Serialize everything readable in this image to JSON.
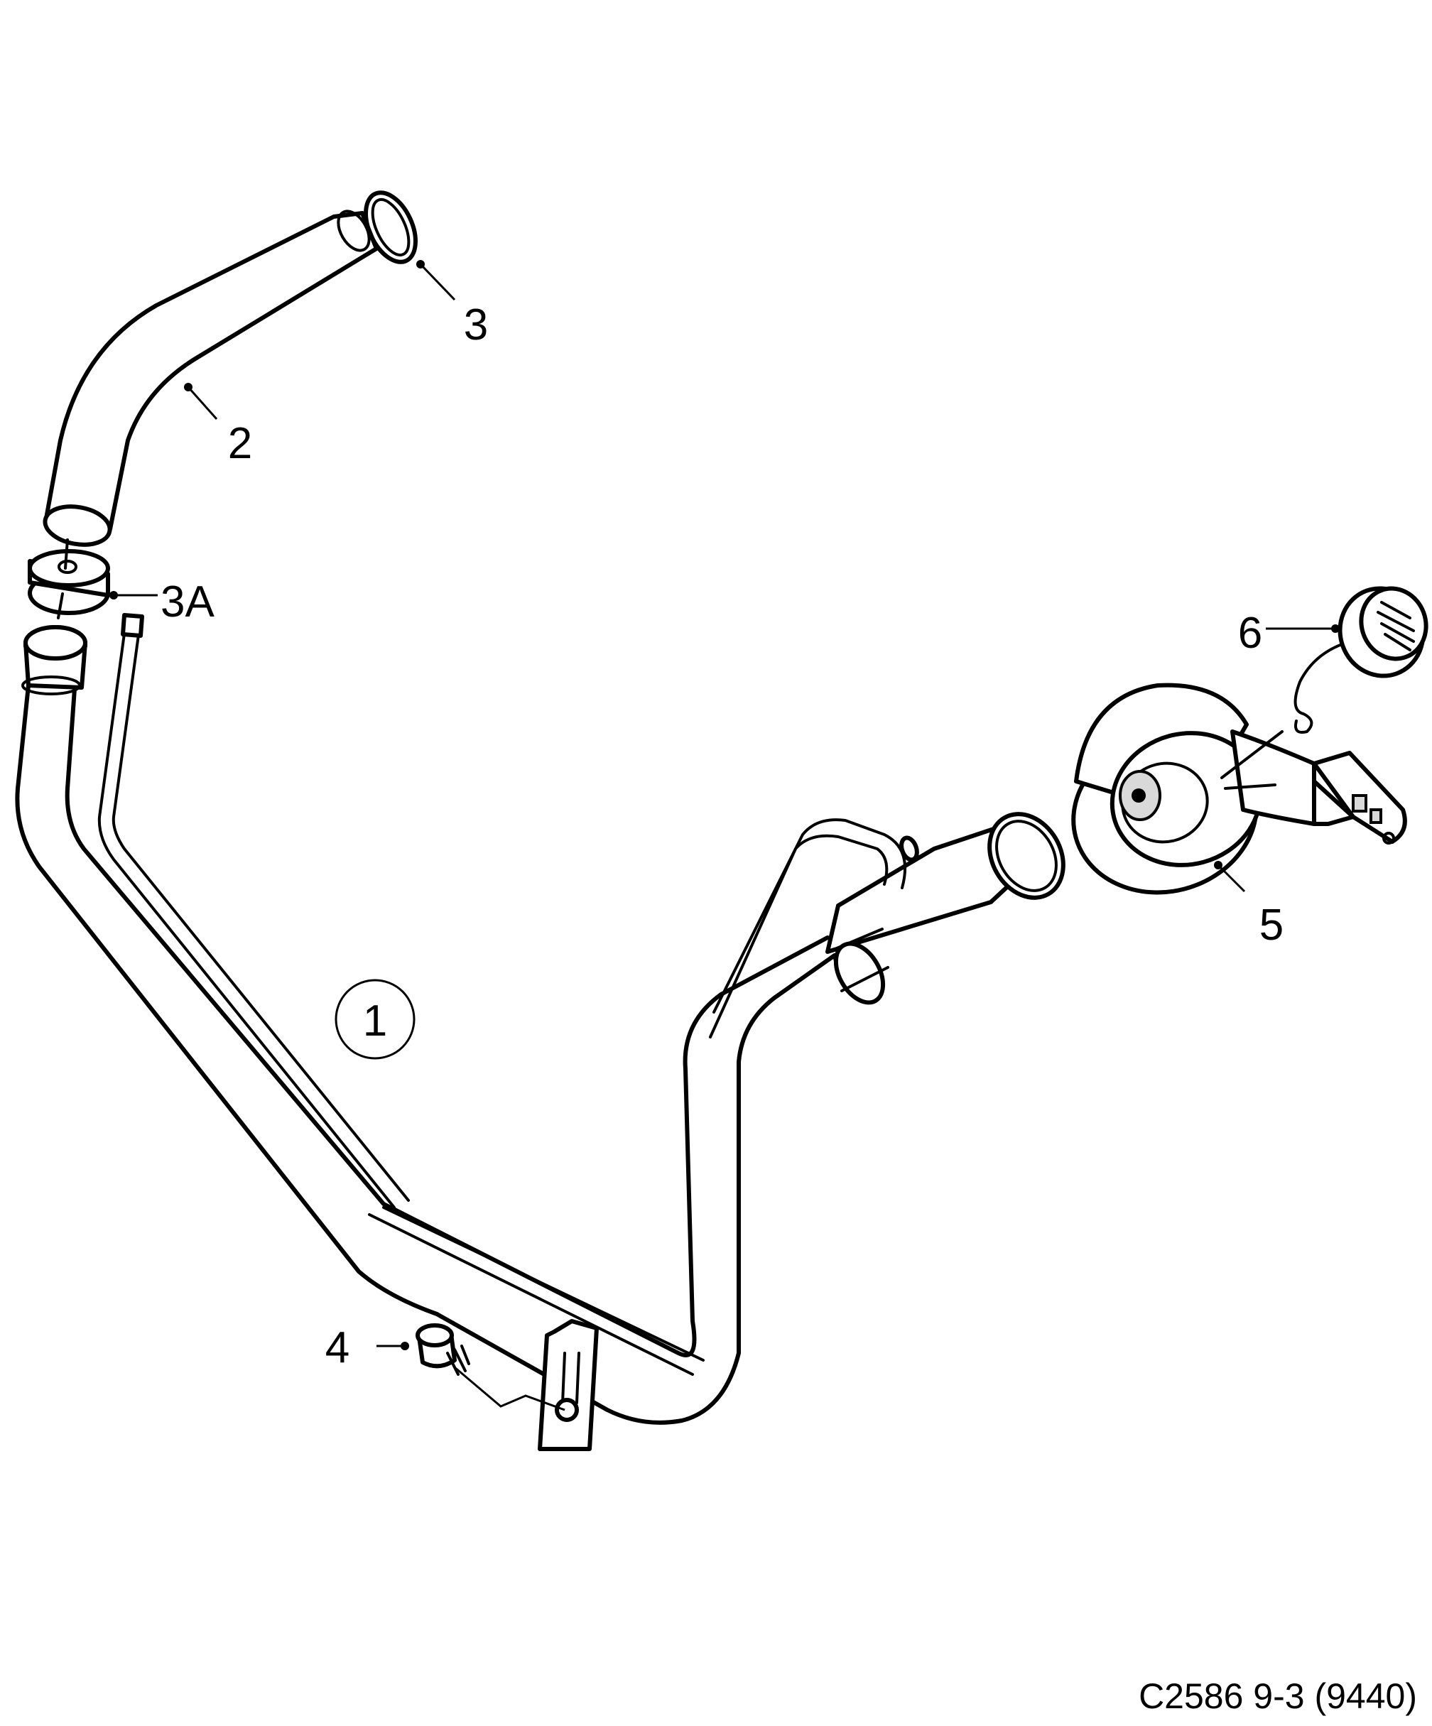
{
  "callouts": {
    "c1": "1",
    "c2": "2",
    "c3": "3",
    "c3a": "3A",
    "c4": "4",
    "c5": "5",
    "c6": "6"
  },
  "caption": "C2586 9-3 (9440)"
}
